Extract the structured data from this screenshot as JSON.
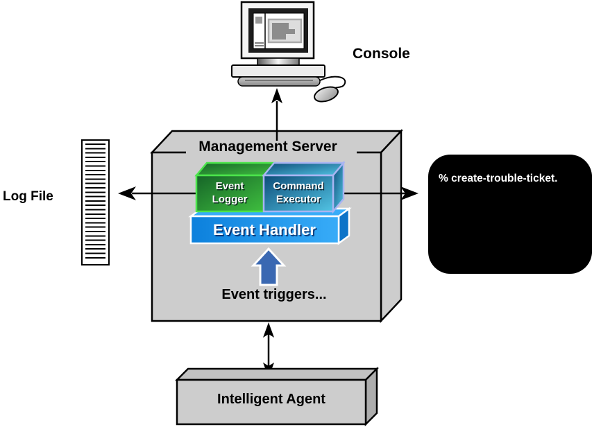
{
  "colors": {
    "canvas-bg": "#FFFFFF",
    "server-gray": "#CDCDCD",
    "agent-top-gray": "#C2C2C2",
    "agent-side-gray": "#ADADAD",
    "outline-black": "#000000",
    "label-text": "#000000",
    "component-text": "#FFFFFF",
    "logger-dark": "#166428",
    "logger-light": "#3FBE3F",
    "logger-border": "#4BE44B",
    "executor-dark": "#0D4C78",
    "executor-light": "#52C4E4",
    "executor-border": "#A9B5F2",
    "handler-left": "#0C80DC",
    "handler-right": "#38ACF8",
    "handler-side": "#0D74C8",
    "trigger-arrow-blue": "#3A68B2",
    "terminal-bg": "#000000",
    "terminal-text": "#FFFFFF"
  },
  "icons": {
    "console": "desktop-computer-icon",
    "log_file": "lined-document-icon"
  },
  "console": {
    "label": "Console"
  },
  "log_file": {
    "label": "Log File"
  },
  "server": {
    "title": "Management Server",
    "event_logger": {
      "line1": "Event",
      "line2": "Logger"
    },
    "command_executor": {
      "line1": "Command",
      "line2": "Executor"
    },
    "event_handler": {
      "label": "Event Handler"
    },
    "trigger_caption": "Event triggers..."
  },
  "terminal": {
    "prompt_text": "% create-trouble-ticket."
  },
  "agent": {
    "label": "Intelligent Agent"
  }
}
